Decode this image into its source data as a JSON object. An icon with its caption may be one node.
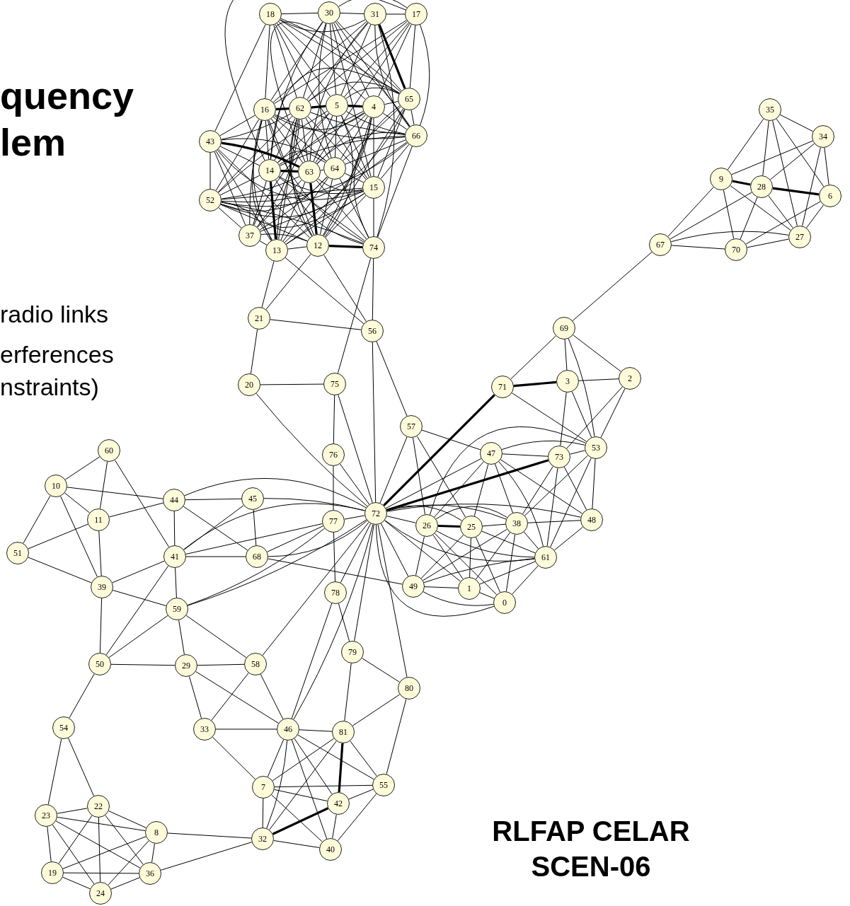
{
  "diagram": {
    "title": "quency lem",
    "nodes": [
      {
        "text": [
          "0"
        ]
      },
      {
        "text": [
          "1"
        ]
      },
      {
        "text": [
          "2"
        ]
      },
      {
        "text": [
          "3"
        ]
      },
      {
        "text": [
          "4"
        ]
      },
      {
        "text": [
          "5"
        ]
      },
      {
        "text": [
          "6"
        ]
      },
      {
        "text": [
          "7"
        ]
      },
      {
        "text": [
          "8"
        ]
      },
      {
        "text": [
          "9"
        ]
      },
      {
        "text": [
          "10"
        ]
      },
      {
        "text": [
          "11"
        ]
      },
      {
        "text": [
          "12"
        ]
      },
      {
        "text": [
          "13"
        ]
      },
      {
        "text": [
          "14"
        ]
      },
      {
        "text": [
          "15"
        ]
      },
      {
        "text": [
          "16"
        ]
      },
      {
        "text": [
          "17"
        ]
      },
      {
        "text": [
          "18"
        ]
      },
      {
        "text": [
          "19"
        ]
      },
      {
        "text": [
          "20"
        ]
      },
      {
        "text": [
          "21"
        ]
      },
      {
        "text": [
          "22"
        ]
      },
      {
        "text": [
          "23"
        ]
      },
      {
        "text": [
          "24"
        ]
      },
      {
        "text": [
          "25"
        ]
      },
      {
        "text": [
          "26"
        ]
      },
      {
        "text": [
          "27"
        ]
      },
      {
        "text": [
          "28"
        ]
      },
      {
        "text": [
          "29"
        ]
      },
      {
        "text": [
          "30"
        ]
      },
      {
        "text": [
          "31"
        ]
      },
      {
        "text": [
          "32"
        ]
      },
      {
        "text": [
          "33"
        ]
      },
      {
        "text": [
          "34"
        ]
      },
      {
        "text": [
          "35"
        ]
      },
      {
        "text": [
          "36"
        ]
      },
      {
        "text": [
          "37"
        ]
      },
      {
        "text": [
          "38"
        ]
      },
      {
        "text": [
          "39"
        ]
      },
      {
        "text": [
          "40"
        ]
      },
      {
        "text": [
          "41"
        ]
      },
      {
        "text": [
          "42"
        ]
      },
      {
        "text": [
          "43"
        ]
      },
      {
        "text": [
          "44"
        ]
      },
      {
        "text": [
          "45"
        ]
      },
      {
        "text": [
          "46"
        ]
      },
      {
        "text": [
          "47"
        ]
      },
      {
        "text": [
          "48"
        ]
      },
      {
        "text": [
          "49"
        ]
      },
      {
        "text": [
          "50"
        ]
      },
      {
        "text": [
          "51"
        ]
      },
      {
        "text": [
          "52"
        ]
      },
      {
        "text": [
          "53"
        ]
      },
      {
        "text": [
          "54"
        ]
      },
      {
        "text": [
          "55"
        ]
      },
      {
        "text": [
          "56"
        ]
      },
      {
        "text": [
          "57"
        ]
      },
      {
        "text": [
          "58"
        ]
      },
      {
        "text": [
          "59"
        ]
      },
      {
        "text": [
          "60"
        ]
      },
      {
        "text": [
          "61"
        ]
      },
      {
        "text": [
          "62"
        ]
      },
      {
        "text": [
          "63"
        ]
      },
      {
        "text": [
          "64"
        ]
      },
      {
        "text": [
          "65"
        ]
      },
      {
        "text": [
          "66"
        ]
      },
      {
        "text": [
          "67"
        ]
      },
      {
        "text": [
          "68"
        ]
      },
      {
        "text": [
          "69"
        ]
      },
      {
        "text": [
          "70"
        ]
      },
      {
        "text": [
          "71"
        ]
      },
      {
        "text": [
          "72"
        ]
      },
      {
        "text": [
          "73"
        ]
      },
      {
        "text": [
          "74"
        ]
      },
      {
        "text": [
          "75"
        ]
      },
      {
        "text": [
          "76"
        ]
      },
      {
        "text": [
          "77"
        ]
      },
      {
        "text": [
          "78"
        ]
      },
      {
        "text": [
          "79"
        ]
      },
      {
        "text": [
          "80"
        ]
      },
      {
        "text": [
          "81"
        ]
      }
    ],
    "edges": [
      {
        "from": 18,
        "to": 30,
        "arrow": "none"
      },
      {
        "from": 18,
        "to": 31,
        "arrow": "none"
      },
      {
        "from": 18,
        "to": 16,
        "arrow": "none"
      },
      {
        "from": 18,
        "to": 43,
        "arrow": "none"
      },
      {
        "from": 18,
        "to": 62,
        "arrow": "none"
      },
      {
        "from": 18,
        "to": 5,
        "arrow": "none"
      },
      {
        "from": 18,
        "to": 4,
        "arrow": "none"
      },
      {
        "from": 18,
        "to": 65,
        "arrow": "none"
      },
      {
        "from": 18,
        "to": 66,
        "arrow": "none"
      },
      {
        "from": 18,
        "to": 15,
        "arrow": "none"
      },
      {
        "from": 30,
        "to": 31,
        "arrow": "none"
      },
      {
        "from": 30,
        "to": 17,
        "arrow": "none"
      },
      {
        "from": 30,
        "to": 16,
        "arrow": "none"
      },
      {
        "from": 30,
        "to": 62,
        "arrow": "none"
      },
      {
        "from": 30,
        "to": 5,
        "arrow": "none"
      },
      {
        "from": 30,
        "to": 4,
        "arrow": "none"
      },
      {
        "from": 30,
        "to": 65,
        "arrow": "none"
      },
      {
        "from": 30,
        "to": 66,
        "arrow": "none"
      },
      {
        "from": 30,
        "to": 14,
        "arrow": "none"
      },
      {
        "from": 30,
        "to": 15,
        "arrow": "none"
      },
      {
        "from": 30,
        "to": 64,
        "arrow": "none"
      },
      {
        "from": 31,
        "to": 17,
        "arrow": "none"
      },
      {
        "from": 31,
        "to": 16,
        "arrow": "none"
      },
      {
        "from": 31,
        "to": 62,
        "arrow": "none"
      },
      {
        "from": 31,
        "to": 5,
        "arrow": "none"
      },
      {
        "from": 31,
        "to": 65,
        "arrow": "none",
        "style": "thick"
      },
      {
        "from": 31,
        "to": 66,
        "arrow": "none"
      },
      {
        "from": 31,
        "to": 74,
        "arrow": "none"
      },
      {
        "from": 31,
        "to": 63,
        "arrow": "none"
      },
      {
        "from": 17,
        "to": 16,
        "arrow": "none"
      },
      {
        "from": 17,
        "to": 62,
        "arrow": "none"
      },
      {
        "from": 17,
        "to": 5,
        "arrow": "none"
      },
      {
        "from": 17,
        "to": 4,
        "arrow": "none"
      },
      {
        "from": 17,
        "to": 65,
        "arrow": "none"
      },
      {
        "from": 17,
        "to": 66,
        "arrow": "none"
      },
      {
        "from": 17,
        "to": 14,
        "arrow": "none"
      },
      {
        "from": 17,
        "to": 63,
        "arrow": "none"
      },
      {
        "from": 16,
        "to": 62,
        "arrow": "none",
        "style": "thick"
      },
      {
        "from": 16,
        "to": 43,
        "arrow": "none"
      },
      {
        "from": 16,
        "to": 14,
        "arrow": "none"
      },
      {
        "from": 16,
        "to": 63,
        "arrow": "none"
      },
      {
        "from": 16,
        "to": 64,
        "arrow": "none"
      },
      {
        "from": 16,
        "to": 15,
        "arrow": "none"
      },
      {
        "from": 16,
        "to": 66,
        "arrow": "none"
      },
      {
        "from": 16,
        "to": 37,
        "arrow": "none"
      },
      {
        "from": 16,
        "to": 13,
        "arrow": "none"
      },
      {
        "from": 16,
        "to": 12,
        "arrow": "none"
      },
      {
        "from": 16,
        "to": 52,
        "arrow": "none"
      },
      {
        "from": 16,
        "to": 74,
        "arrow": "none"
      },
      {
        "from": 16,
        "to": 4,
        "arrow": "none"
      },
      {
        "from": 62,
        "to": 5,
        "arrow": "none",
        "style": "thick"
      },
      {
        "from": 62,
        "to": 43,
        "arrow": "none"
      },
      {
        "from": 62,
        "to": 14,
        "arrow": "none"
      },
      {
        "from": 62,
        "to": 63,
        "arrow": "none"
      },
      {
        "from": 62,
        "to": 64,
        "arrow": "none"
      },
      {
        "from": 62,
        "to": 15,
        "arrow": "none"
      },
      {
        "from": 62,
        "to": 66,
        "arrow": "none"
      },
      {
        "from": 62,
        "to": 37,
        "arrow": "none"
      },
      {
        "from": 62,
        "to": 13,
        "arrow": "none"
      },
      {
        "from": 62,
        "to": 12,
        "arrow": "none"
      },
      {
        "from": 62,
        "to": 52,
        "arrow": "none"
      },
      {
        "from": 62,
        "to": 74,
        "arrow": "none"
      },
      {
        "from": 62,
        "to": 65,
        "arrow": "none"
      },
      {
        "from": 5,
        "to": 4,
        "arrow": "none",
        "style": "thick"
      },
      {
        "from": 5,
        "to": 14,
        "arrow": "none"
      },
      {
        "from": 5,
        "to": 63,
        "arrow": "none"
      },
      {
        "from": 5,
        "to": 64,
        "arrow": "none"
      },
      {
        "from": 5,
        "to": 15,
        "arrow": "none"
      },
      {
        "from": 5,
        "to": 66,
        "arrow": "none"
      },
      {
        "from": 5,
        "to": 13,
        "arrow": "none"
      },
      {
        "from": 5,
        "to": 12,
        "arrow": "none"
      },
      {
        "from": 5,
        "to": 52,
        "arrow": "none"
      },
      {
        "from": 5,
        "to": 65,
        "arrow": "none"
      },
      {
        "from": 4,
        "to": 65,
        "arrow": "none"
      },
      {
        "from": 4,
        "to": 14,
        "arrow": "none"
      },
      {
        "from": 4,
        "to": 63,
        "arrow": "none"
      },
      {
        "from": 4,
        "to": 64,
        "arrow": "none"
      },
      {
        "from": 4,
        "to": 15,
        "arrow": "none"
      },
      {
        "from": 4,
        "to": 66,
        "arrow": "none"
      },
      {
        "from": 4,
        "to": 52,
        "arrow": "none"
      },
      {
        "from": 4,
        "to": 13,
        "arrow": "none"
      },
      {
        "from": 4,
        "to": 12,
        "arrow": "none"
      },
      {
        "from": 4,
        "to": 37,
        "arrow": "none"
      },
      {
        "from": 65,
        "to": 66,
        "arrow": "none"
      },
      {
        "from": 65,
        "to": 14,
        "arrow": "none"
      },
      {
        "from": 65,
        "to": 63,
        "arrow": "none"
      },
      {
        "from": 65,
        "to": 64,
        "arrow": "none"
      },
      {
        "from": 65,
        "to": 15,
        "arrow": "none"
      },
      {
        "from": 65,
        "to": 74,
        "arrow": "none"
      },
      {
        "from": 65,
        "to": 12,
        "arrow": "none"
      },
      {
        "from": 65,
        "to": 52,
        "arrow": "none"
      },
      {
        "from": 66,
        "to": 14,
        "arrow": "none"
      },
      {
        "from": 66,
        "to": 63,
        "arrow": "none"
      },
      {
        "from": 66,
        "to": 64,
        "arrow": "none"
      },
      {
        "from": 66,
        "to": 15,
        "arrow": "none"
      },
      {
        "from": 66,
        "to": 74,
        "arrow": "none"
      },
      {
        "from": 66,
        "to": 52,
        "arrow": "none"
      },
      {
        "from": 66,
        "to": 13,
        "arrow": "none"
      },
      {
        "from": 43,
        "to": 14,
        "arrow": "none"
      },
      {
        "from": 43,
        "to": 63,
        "arrow": "none",
        "style": "thick"
      },
      {
        "from": 43,
        "to": 64,
        "arrow": "none"
      },
      {
        "from": 43,
        "to": 52,
        "arrow": "none"
      },
      {
        "from": 43,
        "to": 37,
        "arrow": "none"
      },
      {
        "from": 43,
        "to": 13,
        "arrow": "none"
      },
      {
        "from": 43,
        "to": 12,
        "arrow": "none"
      },
      {
        "from": 43,
        "to": 15,
        "arrow": "none"
      },
      {
        "from": 14,
        "to": 63,
        "arrow": "none",
        "style": "thick"
      },
      {
        "from": 14,
        "to": 64,
        "arrow": "none"
      },
      {
        "from": 14,
        "to": 52,
        "arrow": "none"
      },
      {
        "from": 14,
        "to": 37,
        "arrow": "none"
      },
      {
        "from": 14,
        "to": 13,
        "arrow": "none",
        "style": "thick"
      },
      {
        "from": 14,
        "to": 12,
        "arrow": "none"
      },
      {
        "from": 14,
        "to": 74,
        "arrow": "none"
      },
      {
        "from": 14,
        "to": 15,
        "arrow": "none"
      },
      {
        "from": 63,
        "to": 64,
        "arrow": "none"
      },
      {
        "from": 63,
        "to": 15,
        "arrow": "none"
      },
      {
        "from": 63,
        "to": 52,
        "arrow": "none"
      },
      {
        "from": 63,
        "to": 37,
        "arrow": "none"
      },
      {
        "from": 63,
        "to": 13,
        "arrow": "none"
      },
      {
        "from": 63,
        "to": 12,
        "arrow": "none",
        "style": "thick"
      },
      {
        "from": 63,
        "to": 74,
        "arrow": "none"
      },
      {
        "from": 64,
        "to": 15,
        "arrow": "none"
      },
      {
        "from": 64,
        "to": 52,
        "arrow": "none"
      },
      {
        "from": 64,
        "to": 37,
        "arrow": "none"
      },
      {
        "from": 64,
        "to": 13,
        "arrow": "none"
      },
      {
        "from": 64,
        "to": 12,
        "arrow": "none"
      },
      {
        "from": 64,
        "to": 74,
        "arrow": "none"
      },
      {
        "from": 15,
        "to": 52,
        "arrow": "none"
      },
      {
        "from": 15,
        "to": 37,
        "arrow": "none"
      },
      {
        "from": 15,
        "to": 13,
        "arrow": "none"
      },
      {
        "from": 15,
        "to": 12,
        "arrow": "none"
      },
      {
        "from": 15,
        "to": 74,
        "arrow": "none"
      },
      {
        "from": 52,
        "to": 37,
        "arrow": "none"
      },
      {
        "from": 52,
        "to": 13,
        "arrow": "none"
      },
      {
        "from": 52,
        "to": 12,
        "arrow": "none"
      },
      {
        "from": 52,
        "to": 74,
        "arrow": "none"
      },
      {
        "from": 37,
        "to": 13,
        "arrow": "none"
      },
      {
        "from": 37,
        "to": 12,
        "arrow": "none"
      },
      {
        "from": 13,
        "to": 12,
        "arrow": "none"
      },
      {
        "from": 12,
        "to": 74,
        "arrow": "none",
        "style": "thick"
      },
      {
        "from": 13,
        "to": 21,
        "arrow": "none"
      },
      {
        "from": 12,
        "to": 21,
        "arrow": "none"
      },
      {
        "from": 13,
        "to": 56,
        "arrow": "none"
      },
      {
        "from": 12,
        "to": 56,
        "arrow": "none"
      },
      {
        "from": 74,
        "to": 75,
        "arrow": "none"
      },
      {
        "from": 74,
        "to": 56,
        "arrow": "none"
      },
      {
        "from": 21,
        "to": 56,
        "arrow": "none"
      },
      {
        "from": 21,
        "to": 20,
        "arrow": "none"
      },
      {
        "from": 20,
        "to": 75,
        "arrow": "none"
      },
      {
        "from": 20,
        "to": 72,
        "arrow": "none"
      },
      {
        "from": 75,
        "to": 76,
        "arrow": "none"
      },
      {
        "from": 75,
        "to": 72,
        "arrow": "none"
      },
      {
        "from": 56,
        "to": 72,
        "arrow": "none"
      },
      {
        "from": 56,
        "to": 57,
        "arrow": "none"
      },
      {
        "from": 76,
        "to": 77,
        "arrow": "none"
      },
      {
        "from": 76,
        "to": 72,
        "arrow": "none"
      },
      {
        "from": 69,
        "to": 67,
        "arrow": "none"
      },
      {
        "from": 69,
        "to": 71,
        "arrow": "none"
      },
      {
        "from": 69,
        "to": 3,
        "arrow": "none"
      },
      {
        "from": 69,
        "to": 2,
        "arrow": "none"
      },
      {
        "from": 69,
        "to": 53,
        "arrow": "none"
      },
      {
        "from": 71,
        "to": 3,
        "arrow": "none",
        "style": "thick"
      },
      {
        "from": 71,
        "to": 72,
        "arrow": "none",
        "style": "thick"
      },
      {
        "from": 71,
        "to": 53,
        "arrow": "none"
      },
      {
        "from": 3,
        "to": 2,
        "arrow": "none"
      },
      {
        "from": 3,
        "to": 73,
        "arrow": "none"
      },
      {
        "from": 3,
        "to": 53,
        "arrow": "none"
      },
      {
        "from": 2,
        "to": 53,
        "arrow": "none"
      },
      {
        "from": 2,
        "to": 73,
        "arrow": "none"
      },
      {
        "from": 57,
        "to": 72,
        "arrow": "none"
      },
      {
        "from": 57,
        "to": 47,
        "arrow": "none"
      },
      {
        "from": 57,
        "to": 26,
        "arrow": "none"
      },
      {
        "from": 57,
        "to": 25,
        "arrow": "none"
      },
      {
        "from": 47,
        "to": 72,
        "arrow": "none"
      },
      {
        "from": 47,
        "to": 73,
        "arrow": "none"
      },
      {
        "from": 47,
        "to": 53,
        "arrow": "none"
      },
      {
        "from": 47,
        "to": 26,
        "arrow": "none"
      },
      {
        "from": 47,
        "to": 25,
        "arrow": "none"
      },
      {
        "from": 47,
        "to": 38,
        "arrow": "none"
      },
      {
        "from": 47,
        "to": 48,
        "arrow": "none"
      },
      {
        "from": 47,
        "to": 61,
        "arrow": "none"
      },
      {
        "from": 73,
        "to": 72,
        "arrow": "none",
        "style": "thick"
      },
      {
        "from": 73,
        "to": 53,
        "arrow": "none"
      },
      {
        "from": 73,
        "to": 38,
        "arrow": "none"
      },
      {
        "from": 73,
        "to": 61,
        "arrow": "none"
      },
      {
        "from": 73,
        "to": 48,
        "arrow": "none"
      },
      {
        "from": 53,
        "to": 38,
        "arrow": "none"
      },
      {
        "from": 53,
        "to": 61,
        "arrow": "none"
      },
      {
        "from": 53,
        "to": 48,
        "arrow": "none"
      },
      {
        "from": 53,
        "to": 26,
        "arrow": "none"
      },
      {
        "from": 72,
        "to": 45,
        "arrow": "none"
      },
      {
        "from": 72,
        "to": 44,
        "arrow": "none"
      },
      {
        "from": 72,
        "to": 77,
        "arrow": "none"
      },
      {
        "from": 72,
        "to": 41,
        "arrow": "none"
      },
      {
        "from": 72,
        "to": 68,
        "arrow": "none"
      },
      {
        "from": 72,
        "to": 59,
        "arrow": "none"
      },
      {
        "from": 72,
        "to": 58,
        "arrow": "none"
      },
      {
        "from": 72,
        "to": 78,
        "arrow": "none"
      },
      {
        "from": 72,
        "to": 46,
        "arrow": "none"
      },
      {
        "from": 72,
        "to": 79,
        "arrow": "none"
      },
      {
        "from": 72,
        "to": 80,
        "arrow": "none"
      },
      {
        "from": 72,
        "to": 49,
        "arrow": "none"
      },
      {
        "from": 72,
        "to": 1,
        "arrow": "none"
      },
      {
        "from": 72,
        "to": 0,
        "arrow": "none"
      },
      {
        "from": 72,
        "to": 26,
        "arrow": "none"
      },
      {
        "from": 72,
        "to": 25,
        "arrow": "none"
      },
      {
        "from": 72,
        "to": 38,
        "arrow": "none"
      },
      {
        "from": 72,
        "to": 61,
        "arrow": "none"
      },
      {
        "from": 72,
        "to": 48,
        "arrow": "none"
      },
      {
        "from": 26,
        "to": 25,
        "arrow": "none",
        "style": "thick"
      },
      {
        "from": 26,
        "to": 38,
        "arrow": "none"
      },
      {
        "from": 26,
        "to": 49,
        "arrow": "none"
      },
      {
        "from": 26,
        "to": 1,
        "arrow": "none"
      },
      {
        "from": 26,
        "to": 0,
        "arrow": "none"
      },
      {
        "from": 26,
        "to": 61,
        "arrow": "none"
      },
      {
        "from": 25,
        "to": 38,
        "arrow": "none"
      },
      {
        "from": 25,
        "to": 1,
        "arrow": "none"
      },
      {
        "from": 25,
        "to": 0,
        "arrow": "none"
      },
      {
        "from": 25,
        "to": 49,
        "arrow": "none"
      },
      {
        "from": 25,
        "to": 61,
        "arrow": "none"
      },
      {
        "from": 38,
        "to": 48,
        "arrow": "none"
      },
      {
        "from": 38,
        "to": 61,
        "arrow": "none"
      },
      {
        "from": 38,
        "to": 49,
        "arrow": "none"
      },
      {
        "from": 38,
        "to": 1,
        "arrow": "none"
      },
      {
        "from": 38,
        "to": 0,
        "arrow": "none"
      },
      {
        "from": 61,
        "to": 49,
        "arrow": "none"
      },
      {
        "from": 61,
        "to": 1,
        "arrow": "none"
      },
      {
        "from": 61,
        "to": 0,
        "arrow": "none"
      },
      {
        "from": 61,
        "to": 48,
        "arrow": "none"
      },
      {
        "from": 49,
        "to": 1,
        "arrow": "none"
      },
      {
        "from": 49,
        "to": 0,
        "arrow": "none"
      },
      {
        "from": 1,
        "to": 0,
        "arrow": "none"
      },
      {
        "from": 68,
        "to": 49,
        "arrow": "none"
      },
      {
        "from": 60,
        "to": 10,
        "arrow": "none"
      },
      {
        "from": 60,
        "to": 11,
        "arrow": "none"
      },
      {
        "from": 60,
        "to": 41,
        "arrow": "none"
      },
      {
        "from": 10,
        "to": 11,
        "arrow": "none"
      },
      {
        "from": 10,
        "to": 44,
        "arrow": "none"
      },
      {
        "from": 10,
        "to": 51,
        "arrow": "none"
      },
      {
        "from": 10,
        "to": 39,
        "arrow": "none"
      },
      {
        "from": 11,
        "to": 44,
        "arrow": "none"
      },
      {
        "from": 11,
        "to": 51,
        "arrow": "none"
      },
      {
        "from": 11,
        "to": 39,
        "arrow": "none"
      },
      {
        "from": 44,
        "to": 45,
        "arrow": "none"
      },
      {
        "from": 44,
        "to": 41,
        "arrow": "none"
      },
      {
        "from": 44,
        "to": 68,
        "arrow": "none"
      },
      {
        "from": 45,
        "to": 41,
        "arrow": "none"
      },
      {
        "from": 45,
        "to": 68,
        "arrow": "none"
      },
      {
        "from": 41,
        "to": 68,
        "arrow": "none"
      },
      {
        "from": 41,
        "to": 77,
        "arrow": "none"
      },
      {
        "from": 41,
        "to": 39,
        "arrow": "none"
      },
      {
        "from": 41,
        "to": 59,
        "arrow": "none"
      },
      {
        "from": 41,
        "to": 50,
        "arrow": "none"
      },
      {
        "from": 68,
        "to": 77,
        "arrow": "none"
      },
      {
        "from": 51,
        "to": 39,
        "arrow": "none"
      },
      {
        "from": 39,
        "to": 59,
        "arrow": "none"
      },
      {
        "from": 39,
        "to": 50,
        "arrow": "none"
      },
      {
        "from": 59,
        "to": 29,
        "arrow": "none"
      },
      {
        "from": 59,
        "to": 50,
        "arrow": "none"
      },
      {
        "from": 59,
        "to": 58,
        "arrow": "none"
      },
      {
        "from": 59,
        "to": 77,
        "arrow": "none"
      },
      {
        "from": 77,
        "to": 78,
        "arrow": "none"
      },
      {
        "from": 78,
        "to": 79,
        "arrow": "none"
      },
      {
        "from": 78,
        "to": 46,
        "arrow": "none"
      },
      {
        "from": 50,
        "to": 29,
        "arrow": "none"
      },
      {
        "from": 50,
        "to": 54,
        "arrow": "none"
      },
      {
        "from": 29,
        "to": 58,
        "arrow": "none"
      },
      {
        "from": 29,
        "to": 33,
        "arrow": "none"
      },
      {
        "from": 29,
        "to": 46,
        "arrow": "none"
      },
      {
        "from": 58,
        "to": 33,
        "arrow": "none"
      },
      {
        "from": 58,
        "to": 46,
        "arrow": "none"
      },
      {
        "from": 79,
        "to": 81,
        "arrow": "none"
      },
      {
        "from": 79,
        "to": 80,
        "arrow": "none"
      },
      {
        "from": 80,
        "to": 81,
        "arrow": "none"
      },
      {
        "from": 80,
        "to": 55,
        "arrow": "none"
      },
      {
        "from": 54,
        "to": 23,
        "arrow": "none"
      },
      {
        "from": 54,
        "to": 22,
        "arrow": "none"
      },
      {
        "from": 33,
        "to": 46,
        "arrow": "none"
      },
      {
        "from": 33,
        "to": 7,
        "arrow": "none"
      },
      {
        "from": 46,
        "to": 81,
        "arrow": "none"
      },
      {
        "from": 46,
        "to": 7,
        "arrow": "none"
      },
      {
        "from": 46,
        "to": 32,
        "arrow": "none"
      },
      {
        "from": 46,
        "to": 42,
        "arrow": "none"
      },
      {
        "from": 46,
        "to": 40,
        "arrow": "none"
      },
      {
        "from": 46,
        "to": 55,
        "arrow": "none"
      },
      {
        "from": 81,
        "to": 7,
        "arrow": "none"
      },
      {
        "from": 81,
        "to": 32,
        "arrow": "none"
      },
      {
        "from": 81,
        "to": 42,
        "arrow": "none",
        "style": "thick"
      },
      {
        "from": 81,
        "to": 55,
        "arrow": "none"
      },
      {
        "from": 7,
        "to": 55,
        "arrow": "none"
      },
      {
        "from": 7,
        "to": 42,
        "arrow": "none"
      },
      {
        "from": 7,
        "to": 40,
        "arrow": "none"
      },
      {
        "from": 7,
        "to": 32,
        "arrow": "none"
      },
      {
        "from": 42,
        "to": 55,
        "arrow": "none"
      },
      {
        "from": 42,
        "to": 32,
        "arrow": "none",
        "style": "thick"
      },
      {
        "from": 42,
        "to": 40,
        "arrow": "none"
      },
      {
        "from": 40,
        "to": 32,
        "arrow": "none"
      },
      {
        "from": 40,
        "to": 55,
        "arrow": "none"
      },
      {
        "from": 32,
        "to": 8,
        "arrow": "none"
      },
      {
        "from": 32,
        "to": 36,
        "arrow": "none"
      },
      {
        "from": 22,
        "to": 23,
        "arrow": "none"
      },
      {
        "from": 22,
        "to": 8,
        "arrow": "none"
      },
      {
        "from": 22,
        "to": 19,
        "arrow": "none"
      },
      {
        "from": 22,
        "to": 24,
        "arrow": "none"
      },
      {
        "from": 22,
        "to": 36,
        "arrow": "none"
      },
      {
        "from": 23,
        "to": 8,
        "arrow": "none"
      },
      {
        "from": 23,
        "to": 36,
        "arrow": "none"
      },
      {
        "from": 23,
        "to": 19,
        "arrow": "none"
      },
      {
        "from": 23,
        "to": 24,
        "arrow": "none"
      },
      {
        "from": 8,
        "to": 19,
        "arrow": "none"
      },
      {
        "from": 8,
        "to": 36,
        "arrow": "none"
      },
      {
        "from": 8,
        "to": 24,
        "arrow": "none"
      },
      {
        "from": 19,
        "to": 36,
        "arrow": "none"
      },
      {
        "from": 19,
        "to": 24,
        "arrow": "none"
      },
      {
        "from": 24,
        "to": 36,
        "arrow": "none"
      },
      {
        "from": 35,
        "to": 34,
        "arrow": "none"
      },
      {
        "from": 35,
        "to": 9,
        "arrow": "none"
      },
      {
        "from": 35,
        "to": 28,
        "arrow": "none"
      },
      {
        "from": 35,
        "to": 27,
        "arrow": "none"
      },
      {
        "from": 35,
        "to": 6,
        "arrow": "none"
      },
      {
        "from": 34,
        "to": 9,
        "arrow": "none"
      },
      {
        "from": 34,
        "to": 28,
        "arrow": "none"
      },
      {
        "from": 34,
        "to": 27,
        "arrow": "none"
      },
      {
        "from": 34,
        "to": 6,
        "arrow": "none"
      },
      {
        "from": 9,
        "to": 28,
        "arrow": "none",
        "style": "thick"
      },
      {
        "from": 9,
        "to": 70,
        "arrow": "none"
      },
      {
        "from": 9,
        "to": 27,
        "arrow": "none"
      },
      {
        "from": 9,
        "to": 67,
        "arrow": "none"
      },
      {
        "from": 28,
        "to": 6,
        "arrow": "none",
        "style": "thick"
      },
      {
        "from": 28,
        "to": 67,
        "arrow": "none"
      },
      {
        "from": 28,
        "to": 70,
        "arrow": "none"
      },
      {
        "from": 28,
        "to": 27,
        "arrow": "none"
      },
      {
        "from": 6,
        "to": 70,
        "arrow": "none"
      },
      {
        "from": 6,
        "to": 27,
        "arrow": "none"
      },
      {
        "from": 27,
        "to": 70,
        "arrow": "none"
      },
      {
        "from": 27,
        "to": 67,
        "arrow": "none"
      },
      {
        "from": 67,
        "to": 70,
        "arrow": "none"
      }
    ],
    "labels": [
      "radio links",
      "erferences",
      "nstraints)",
      "RLFAP CELAR SCEN-06"
    ]
  }
}
